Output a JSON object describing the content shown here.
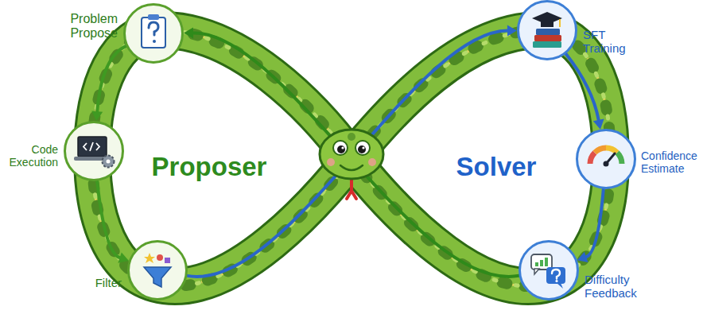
{
  "diagram": {
    "nodes": [
      {
        "text": [
          "Problem Propose"
        ]
      },
      {
        "text": [
          "Code Execution"
        ]
      },
      {
        "text": [
          "Filter"
        ]
      },
      {
        "text": [
          "SFT Training"
        ]
      },
      {
        "text": [
          "Confidence Estimate"
        ]
      },
      {
        "text": [
          "Difficulty Feedback"
        ]
      }
    ],
    "edges": [
      {
        "from": 0,
        "to": 1,
        "arrow": "to"
      },
      {
        "from": 1,
        "to": 2,
        "arrow": "to"
      },
      {
        "from": 2,
        "to": 3,
        "arrow": "to"
      },
      {
        "from": 3,
        "to": 4,
        "arrow": "to"
      },
      {
        "from": 4,
        "to": 5,
        "arrow": "to"
      },
      {
        "from": 5,
        "to": 0,
        "arrow": "to"
      }
    ],
    "labels": [
      "Proposer",
      "Solver"
    ]
  }
}
